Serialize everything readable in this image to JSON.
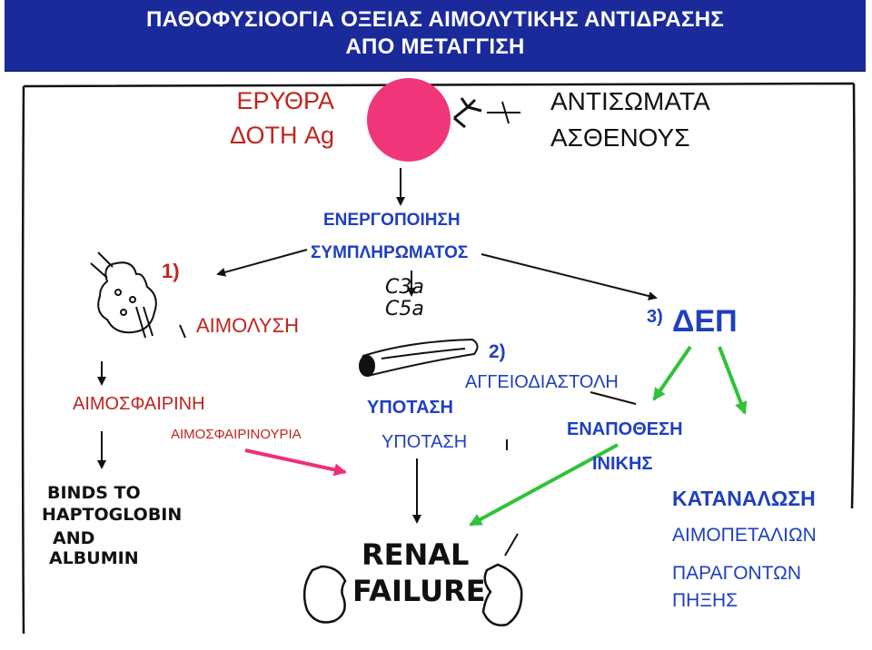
{
  "header": {
    "title_line1": "ΠΑΘΟΦΥΣΙΟΟΓΙΑ ΟΞΕΙΑΣ ΑΙΜΟΛΥΤΙΚΗΣ ΑΝΤΙΔΡΑΣΗΣ",
    "title_line2": "ΑΠΟ ΜΕΤΑΓΓΙΣΗ"
  },
  "labels": {
    "donor_rbc_line1": "ΕΡΥΘΡΑ",
    "donor_rbc_line2": "ΔΟΤΗ Ag",
    "antibodies_line1": "ΑΝΤΙΣΩΜΑΤΑ",
    "antibodies_line2": "ΑΣΘΕΝΟΥΣ",
    "complement_line1": "ΕΝΕΡΓΟΠΟΙΗΣΗ",
    "complement_line2": "ΣΥΜΠΛΗΡΩΜΑΤΟΣ",
    "step1": "1)",
    "hemolysis": "ΑΙΜΟΛΥΣΗ",
    "hemoglobinemia": "ΑΙΜΟΣΦΑΙΡΙΝΗ",
    "hemoglobinuria": "ΑΙΜΟΣΦΑΙΡΙΝΟΥΡΙΑ",
    "step2": "2)",
    "vasodilation": "ΑΓΓΕΙΟΔΙΑΣΤΟΛΗ",
    "hypotension_1": "ΥΠΟΤΑΣΗ",
    "hypotension_2": "ΥΠΟΤΑΣΗ",
    "step3": "3)",
    "dic": "ΔΕΠ",
    "deposition_line1": "ΕΝΑΠΟΘΕΣΗ",
    "deposition_line2": "ΙΝΙΚΗΣ",
    "consumption": "ΚΑΤΑΝΑΛΩΣΗ",
    "platelets": "ΑΙΜΟΠΕΤΑΛΙΩΝ",
    "factors_line1": "ΠΑΡΑΓΟΝΤΩΝ",
    "factors_line2": "ΠΗΞΗΣ"
  },
  "handwritten": {
    "c3a": "C3a",
    "c5a": "C5a",
    "binds_line1": "BINDS TO",
    "binds_line2": "HAPTOGLOBIN",
    "binds_line3": "AND",
    "binds_line4": "ALBUMIN",
    "renal_line1": "RENAL",
    "renal_line2": "FAILURE"
  },
  "colors": {
    "header_bg": "#1a2a9a",
    "header_text": "#ffffff",
    "blue_label": "#1f3fbf",
    "red_label": "#c0241e",
    "rbc_fill": "#f0357a",
    "pink_arrow": "#ee2e78",
    "green_arrow": "#2fc23a",
    "sketch": "#111111"
  }
}
